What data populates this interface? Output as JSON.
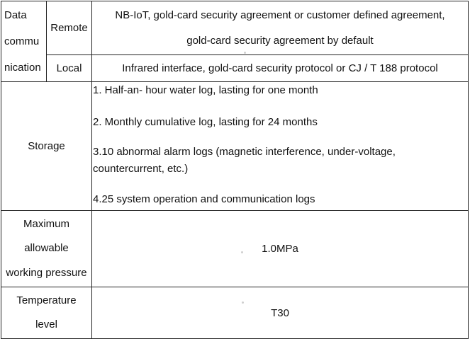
{
  "rows": {
    "data_communication": {
      "label_lines": [
        "Data",
        "commu",
        "nication"
      ],
      "remote": {
        "label": "Remote",
        "value_lines": [
          "NB-IoT, gold-card security agreement or customer defined agreement,",
          "gold-card security agreement by default"
        ]
      },
      "local": {
        "label": "Local",
        "value": "Infrared interface, gold-card security protocol or CJ / T 188 protocol"
      }
    },
    "storage": {
      "label": "Storage",
      "items": [
        "1. Half-an- hour water log, lasting for one month",
        "2. Monthly cumulative log, lasting for 24 months",
        "3.10 abnormal alarm logs (magnetic interference, under-voltage,",
        "countercurrent, etc.)",
        "4.25 system operation and communication logs"
      ]
    },
    "max_pressure": {
      "label_lines": [
        "Maximum",
        "allowable",
        "working pressure"
      ],
      "value": "1.0MPa"
    },
    "temperature": {
      "label_lines": [
        "Temperature",
        "level"
      ],
      "value": "T30"
    }
  }
}
